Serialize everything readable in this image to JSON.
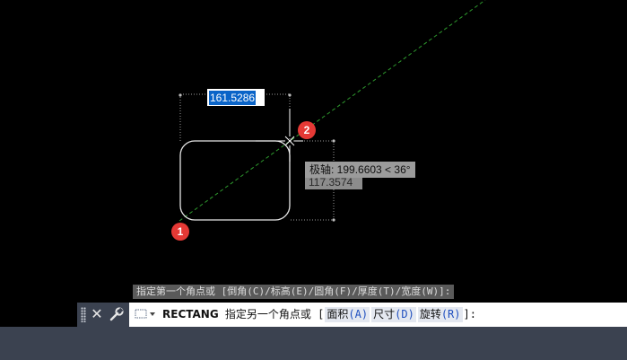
{
  "dynamic_input": {
    "value": "161.5286"
  },
  "polar_tooltip": {
    "text": "极轴: 199.6603 < 36°"
  },
  "hidden_tooltip": {
    "text": "117.3574"
  },
  "markers": {
    "first": "1",
    "second": "2"
  },
  "command_history": {
    "text": "指定第一个角点或 [倒角(C)/标高(E)/圆角(F)/厚度(T)/宽度(W)]:"
  },
  "command_line": {
    "command": "RECTANG",
    "prompt": "指定另一个角点或",
    "open_bracket": "[",
    "options": [
      {
        "label": "面积",
        "key": "(A)"
      },
      {
        "label": "尺寸",
        "key": "(D)"
      },
      {
        "label": "旋转",
        "key": "(R)"
      }
    ],
    "close": "]:"
  },
  "icons": {
    "close": "close-icon",
    "settings": "wrench-icon",
    "command_icon": "rectangle-icon",
    "dropdown": "chevron-down-icon"
  },
  "colors": {
    "background": "#000000",
    "polar_tracking": "#2e9a2e",
    "marker": "#e53935",
    "selection": "#0a64c8",
    "toolbar": "#3b4250"
  }
}
